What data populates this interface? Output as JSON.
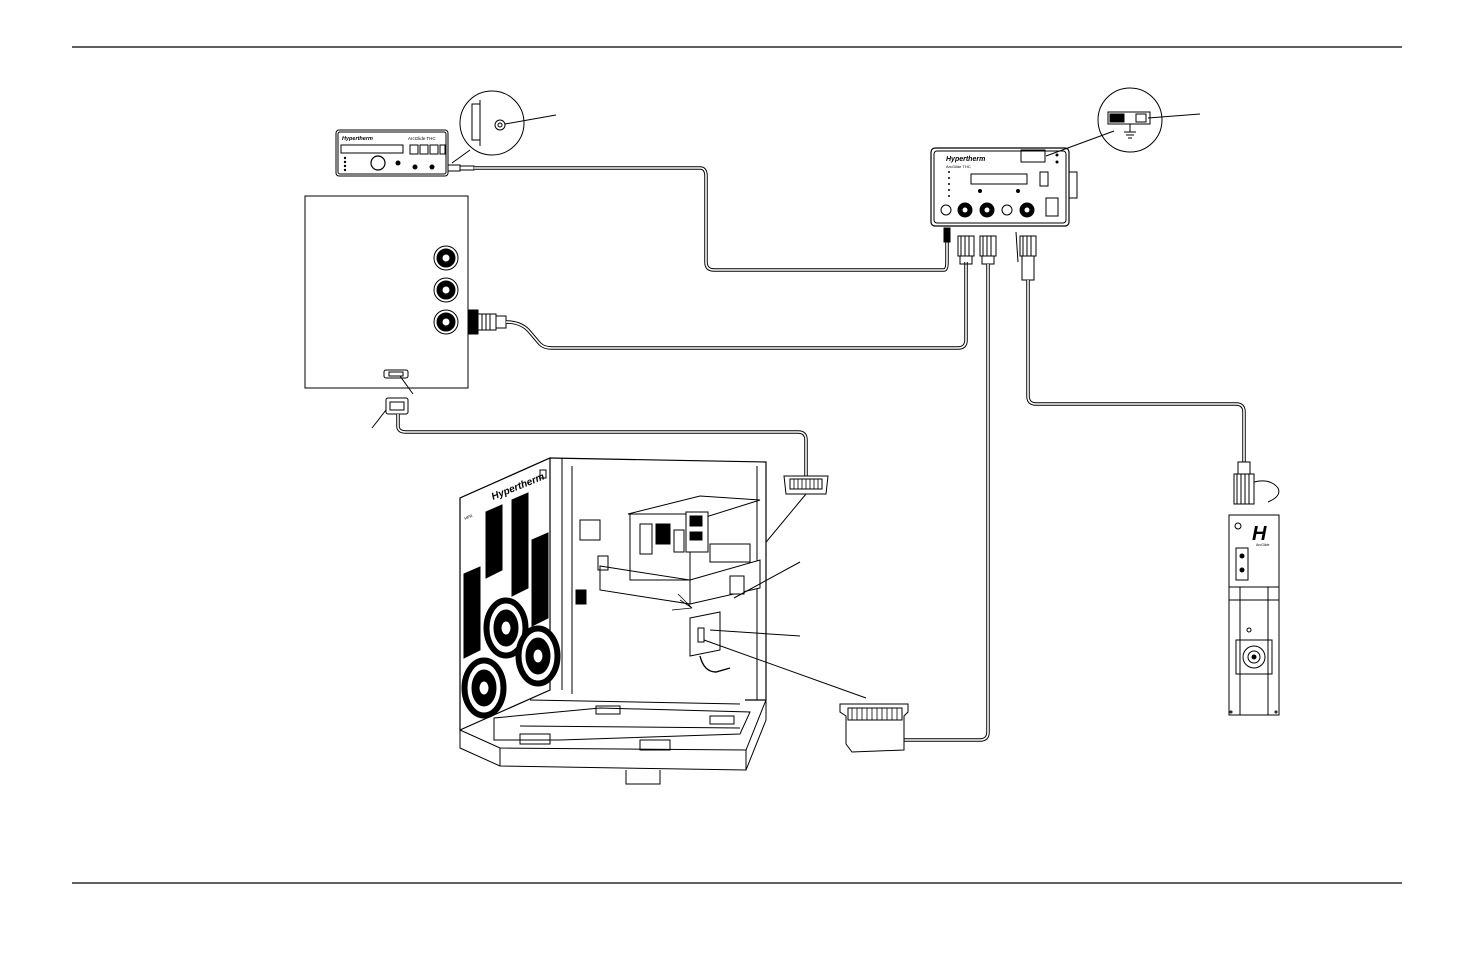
{
  "figure": {
    "kind": "system-cabling-diagram",
    "line_color": "#000000",
    "background": "#ffffff"
  },
  "labels": {
    "command_brand": "Hypertherm",
    "command_model": "ArcGlide THC",
    "hmi_brand": "Hypertherm",
    "hmi_model": "ArcGlide THC",
    "power_supply_brand": "Hypertherm",
    "power_supply_model": "HPR",
    "lifter_mark": "H",
    "lifter_brand": "ArcGlide"
  }
}
